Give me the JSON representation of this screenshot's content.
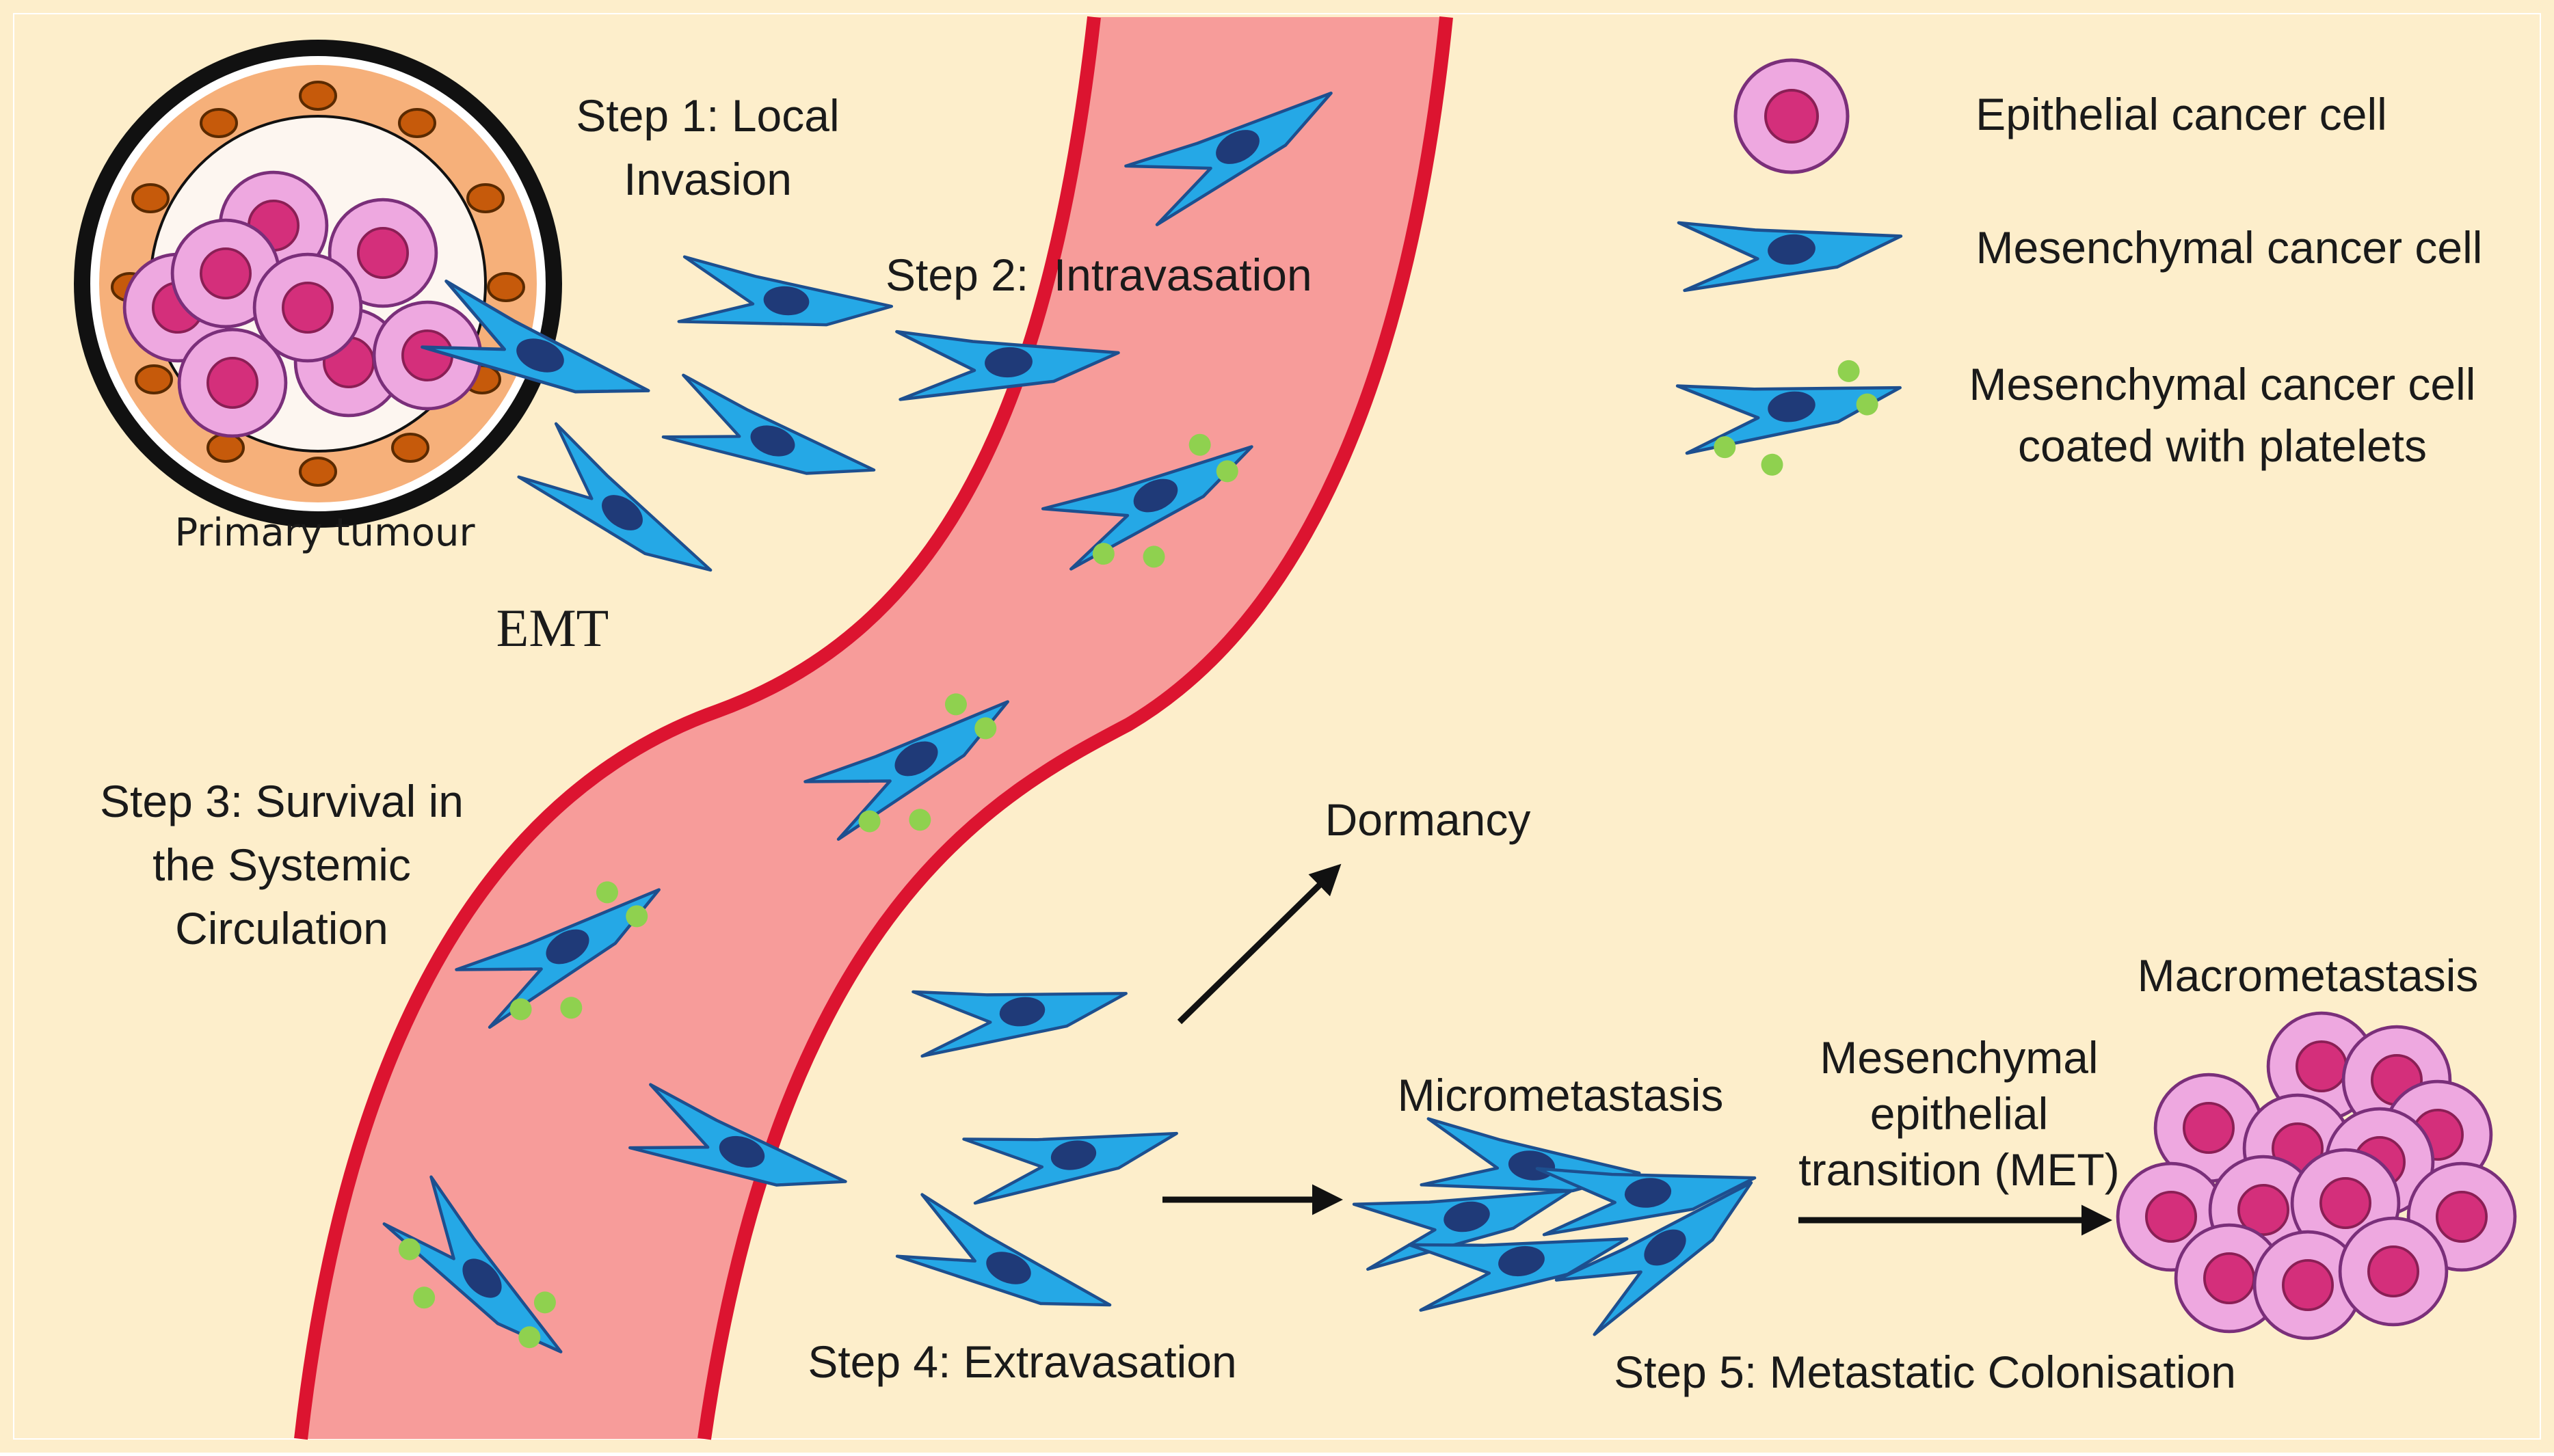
{
  "colors": {
    "background": "#fdeecb",
    "vessel_fill": "#f79c9a",
    "vessel_border": "#dc1430",
    "mesenchymal_fill": "#25a8e6",
    "mesenchymal_stroke": "#1d4f8f",
    "nucleus": "#1f3a78",
    "epithelial_fill": "#eea8e0",
    "epithelial_stroke": "#7a2f7a",
    "epithelial_nucleus": "#d42f7b",
    "platelet": "#8fd14f",
    "tissue_cell": "#f6b07a",
    "tissue_nucleus": "#c65a0b",
    "arrow": "#111111"
  },
  "labels": {
    "step1_line1": "Step 1: Local",
    "step1_line2": "Invasion",
    "step2": "Step 2:  Intravasation",
    "step3_line1": "Step 3: Survival in",
    "step3_line2": "the Systemic",
    "step3_line3": "Circulation",
    "step4": "Step 4: Extravasation",
    "step5": "Step 5: Metastatic Colonisation",
    "primary_tumour": "Primary tumour",
    "emt": "EMT",
    "dormancy": "Dormancy",
    "micrometastasis": "Micrometastasis",
    "met_line1": "Mesenchymal",
    "met_line2": "epithelial",
    "met_line3": "transition (MET)",
    "macrometastasis": "Macrometastasis"
  },
  "legend": {
    "items": [
      {
        "icon": "epithelial-cell-icon",
        "label": "Epithelial cancer cell"
      },
      {
        "icon": "mesenchymal-cell-icon",
        "label": "Mesenchymal cancer cell"
      },
      {
        "icon": "platelet-coated-cell-icon",
        "label_line1": "Mesenchymal cancer cell",
        "label_line2": "coated with platelets"
      }
    ]
  }
}
